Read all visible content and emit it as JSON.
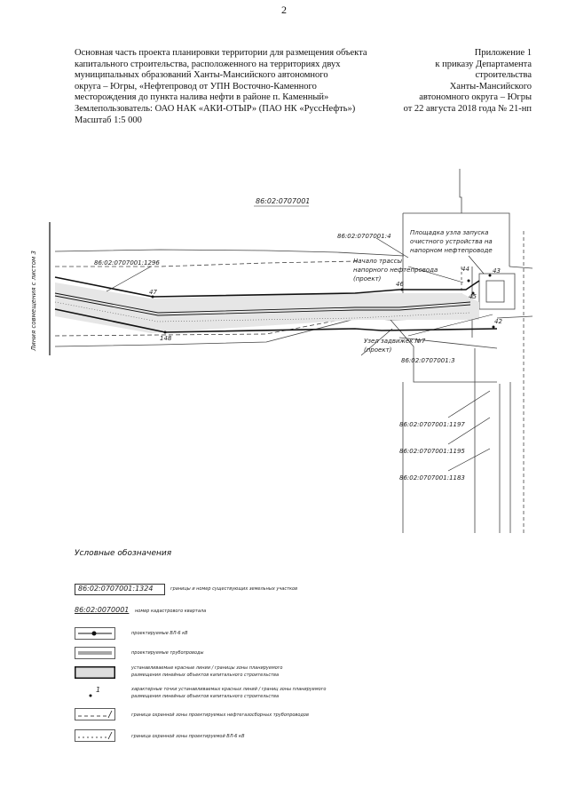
{
  "page_number": "2",
  "header_left": [
    "Основная часть проекта планировки территории для размещения объекта",
    "капитального строительства, расположенного на территориях двух",
    "муниципальных образований Ханты-Мансийского автономного",
    "округа – Югры, «Нефтепровод от УПН Восточно-Каменного",
    "месторождения до пункта налива нефти в районе п. Каменный»",
    "Землепользователь: ОАО НАК «АКИ-ОТЫР» (ПАО НК «РуссНефть»)",
    "Масштаб 1:5 000"
  ],
  "header_right": [
    "Приложение 1",
    "к приказу Департамента",
    "строительства",
    "Ханты-Мансийского",
    "автономного округа – Югры",
    "от 22 августа 2018 года № 21-нп"
  ],
  "map": {
    "block_label": "86:02:0707001",
    "plot_1296": "86:02:0707001:1296",
    "plot_14": "86:02:0707001:4",
    "block_13": "86:02:0707001:3",
    "plot_1197": "86:02:0707001:1197",
    "plot_1195": "86:02:0707001:1195",
    "plot_1183": "86:02:0707001:1183",
    "sheet_line": "Линия совмещения с листом 3",
    "site_note": [
      "Площадка узла запуска",
      "очистного устройства на",
      "напорном нефтепроводе"
    ],
    "route_start": [
      "Начало трассы",
      "напорного нефтепровода",
      "(проект)"
    ],
    "valve_node": [
      "Узел задвижек №7",
      "(проект)"
    ],
    "points": [
      "47",
      "46",
      "45",
      "44",
      "43",
      "42",
      "148"
    ]
  },
  "legend": {
    "title": "Условные обозначения",
    "items": [
      {
        "code": "86:02:0707001:1324",
        "text": "границы и номер существующих земельных участков"
      },
      {
        "code": "86:02:0070001",
        "text": "номер кадастрового квартала"
      },
      {
        "code": "",
        "text": "проектируемые ВЛ-6 кВ"
      },
      {
        "code": "",
        "text": "проектируемые трубопроводы"
      },
      {
        "code": "",
        "text": "устанавливаемые красные линии / границы зоны планируемого размещения линейных объектов капитального строительства"
      },
      {
        "code": "1",
        "text": "характерные точки устанавливаемых красных линий / границ зоны планируемого размещения линейных объектов капитального строительства"
      },
      {
        "code": "",
        "text": "граница охранной зоны проектируемых нефтегазосборных трубопроводов"
      },
      {
        "code": "",
        "text": "граница охранной зоны проектируемой ВЛ-6 кВ"
      }
    ]
  }
}
